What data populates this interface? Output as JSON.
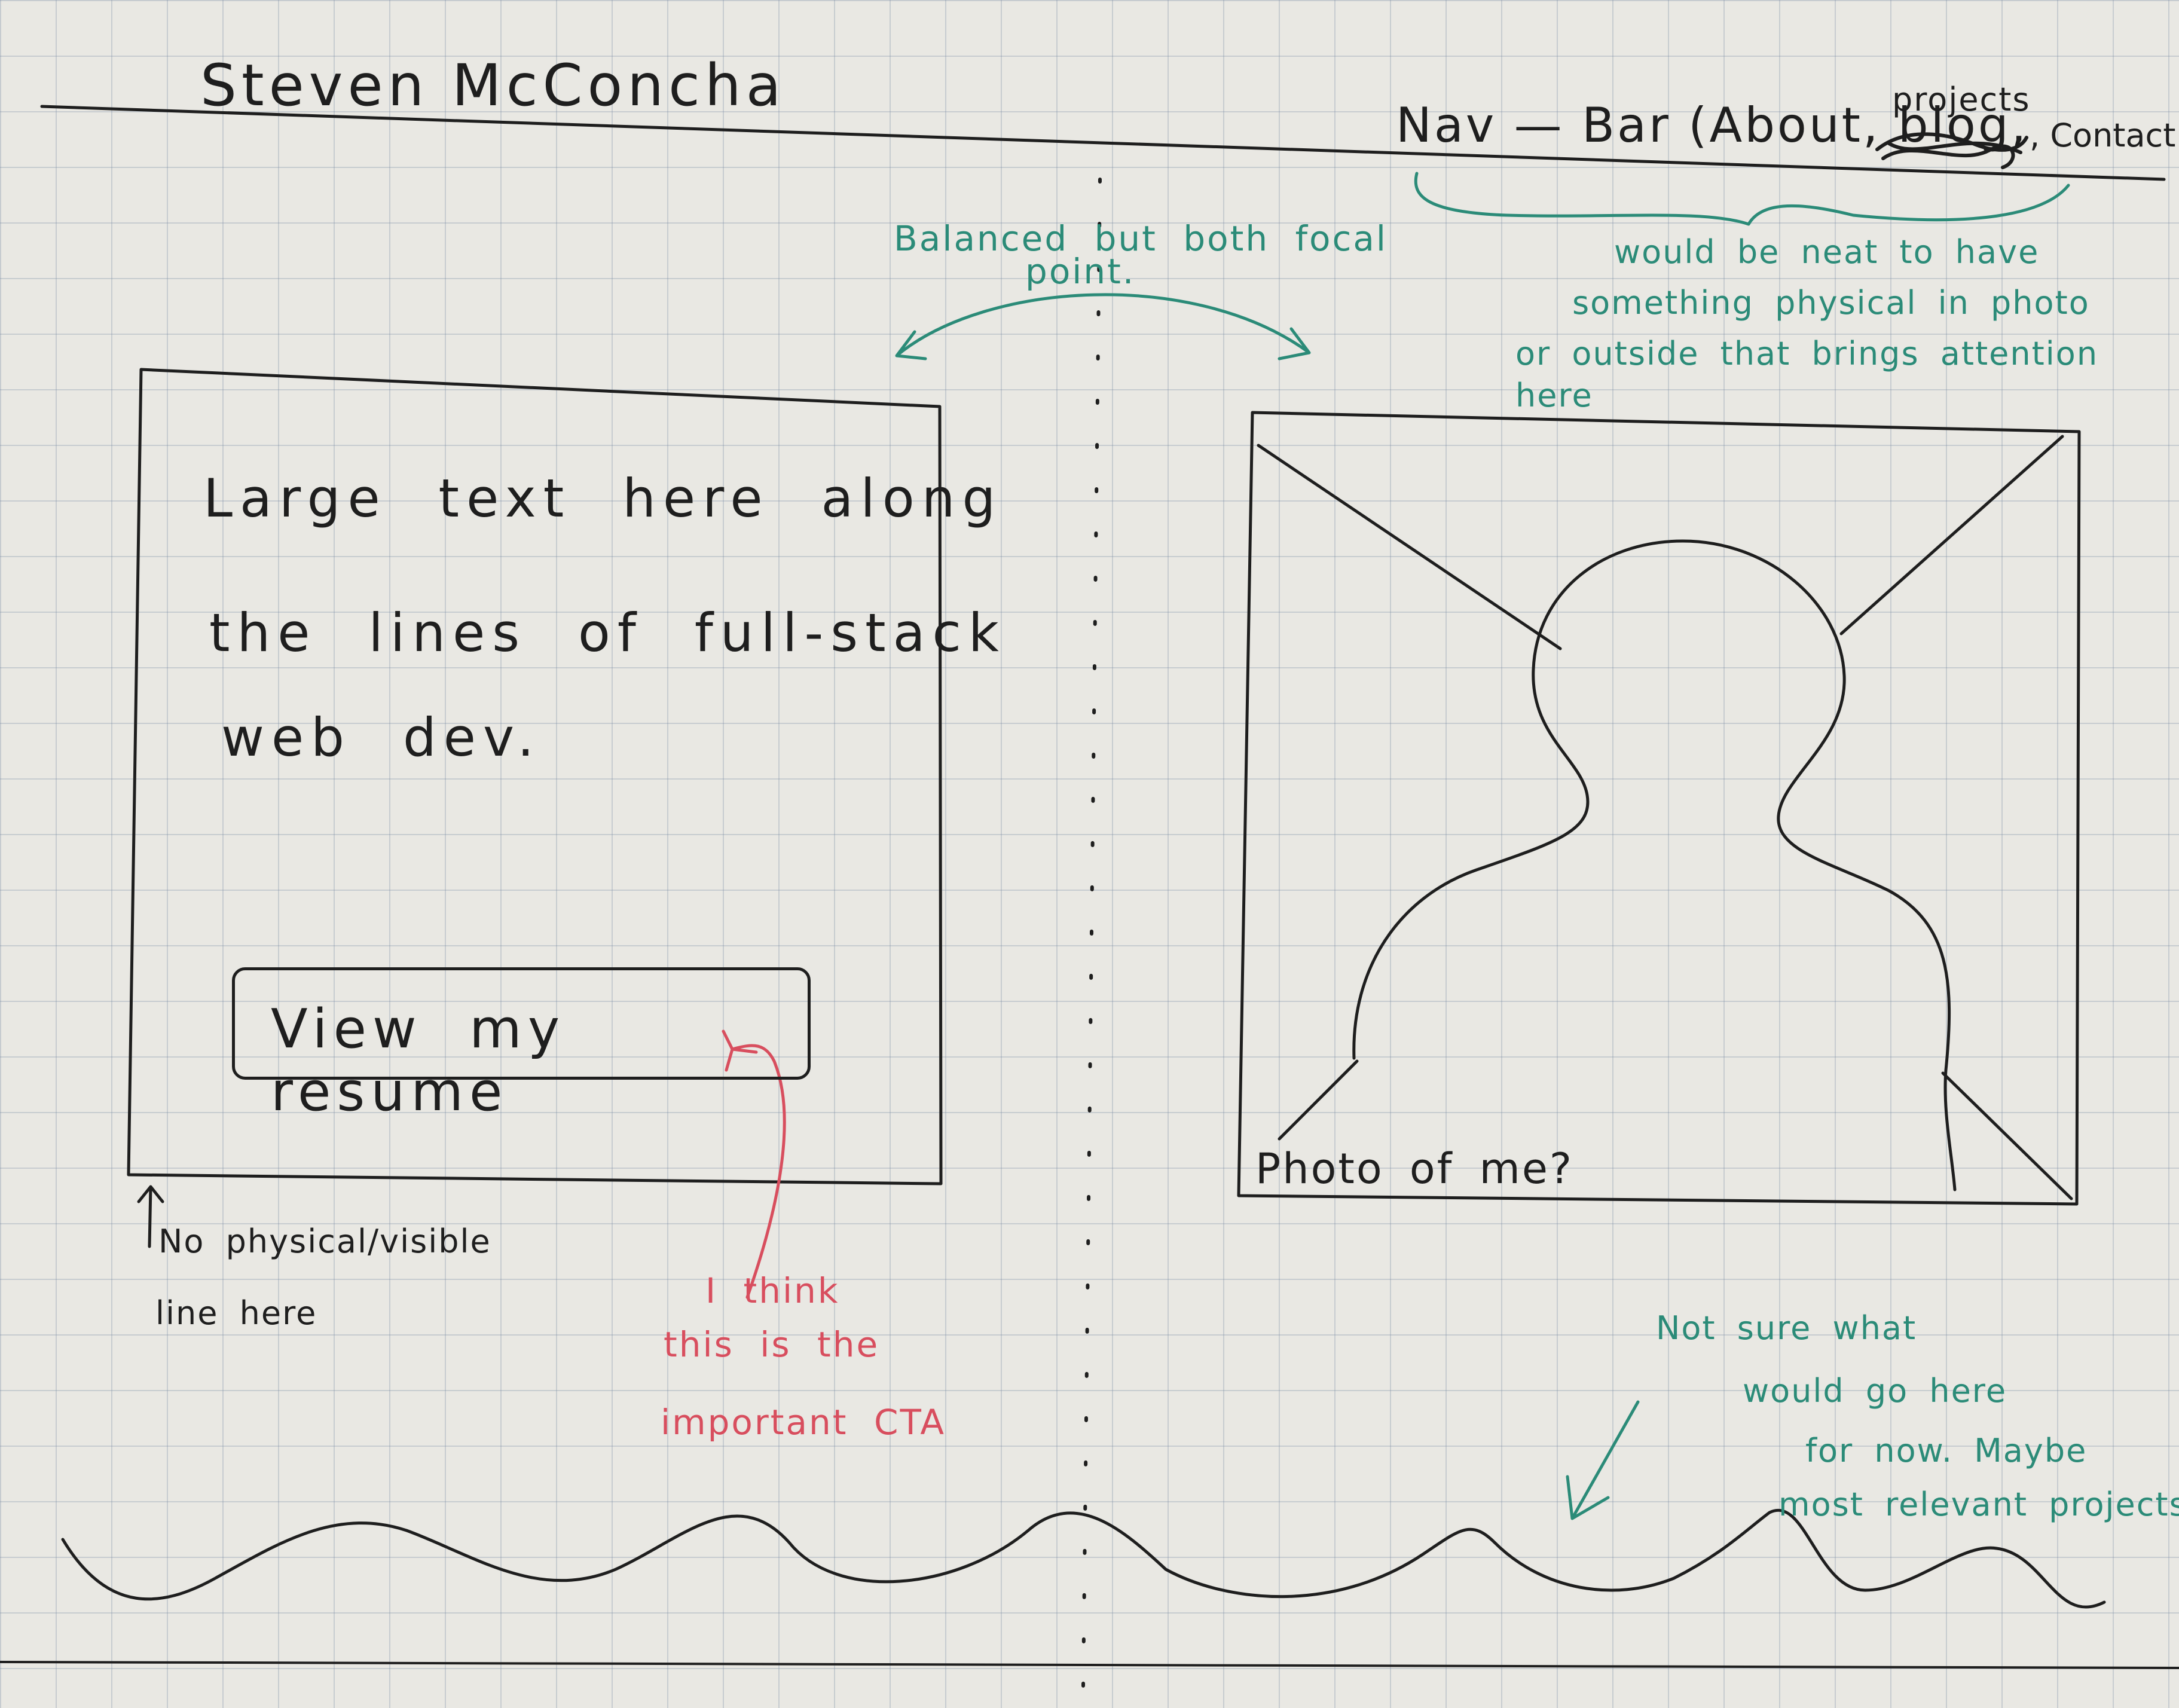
{
  "header": {
    "name": "Steven McConcha",
    "nav_label": "Nav — Bar (About, blog,",
    "nav_projects": "projects",
    "nav_end": ", Contact"
  },
  "annotations": {
    "balanced_line1": "Balanced but both focal",
    "balanced_line2": "point.",
    "physical_line1": "would be neat to have",
    "physical_line2": "something physical in photo",
    "physical_line3": "or outside that brings attention",
    "physical_line4": "here",
    "no_line_1": "No physical/visible",
    "no_line_2": "line here",
    "cta_note_1": "I think",
    "cta_note_2": "this is the",
    "cta_note_3": "important CTA",
    "bottom_note_1": "Not sure what",
    "bottom_note_2": "would go here",
    "bottom_note_3": "for now. Maybe",
    "bottom_note_4": "most relevant projects"
  },
  "hero": {
    "line1": "Large text here along",
    "line2": "the lines of full-stack",
    "line3": "web dev.",
    "cta_label": "View my resume",
    "photo_label": "Photo of me?"
  },
  "colors": {
    "ink": "#1e1e1e",
    "annotation_teal": "#2b8b78",
    "annotation_red": "#d84e5e",
    "paper": "#e9e8e3"
  }
}
